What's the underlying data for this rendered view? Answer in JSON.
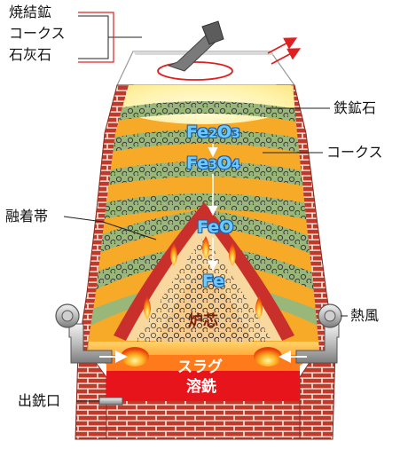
{
  "charge_materials": [
    "焼結鉱",
    "コークス",
    "石灰石"
  ],
  "labels": {
    "iron_ore": "鉄鉱石",
    "coke": "コークス",
    "cohesive_zone": "融着帯",
    "hot_blast": "熱風",
    "taphole": "出銑口"
  },
  "reactions": {
    "fe2o3": {
      "base1": "Fe",
      "sub1": "2",
      "base2": "O",
      "sub2": "3"
    },
    "fe3o4": {
      "base1": "Fe",
      "sub1": "3",
      "base2": "O",
      "sub2": "4"
    },
    "feo": "FeO",
    "fe": "Fe"
  },
  "zones": {
    "core": "炉芯",
    "slag": "スラグ",
    "molten_iron": "溶銑"
  },
  "colors": {
    "brick": "#c0392b",
    "mortar": "#f3e6dc",
    "ore_layer": "#f7a928",
    "coke_layer": "#9ab77a",
    "slag": "#ff7a1a",
    "molten_iron": "#e8141c",
    "chem_text": "#6ec9ff",
    "arrow_red": "#e02020"
  }
}
